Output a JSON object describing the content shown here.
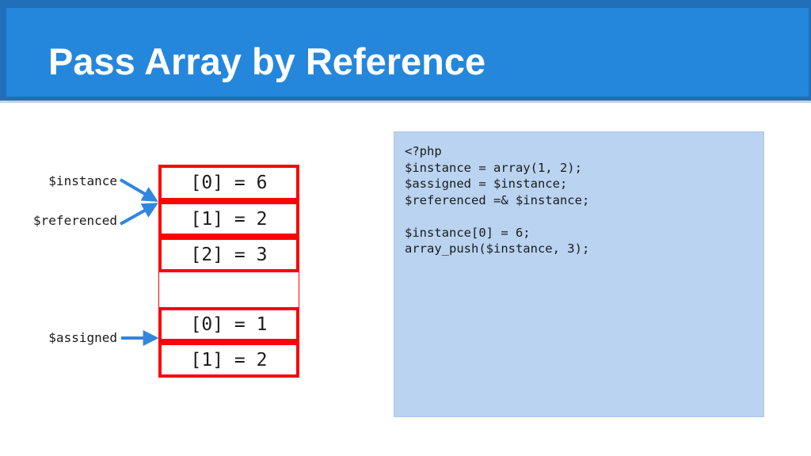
{
  "colors": {
    "header-blue": "#2487dc",
    "header-dark": "#206fb8",
    "divider-gray": "#ccd1d5",
    "cell-red": "#fb0404",
    "arrow-blue": "#2f86de",
    "code-bg": "#b9d3f0",
    "code-border": "#abc7e7",
    "text-dark": "#1b1b1b"
  },
  "header": {
    "title": "Pass Array by Reference"
  },
  "diagram": {
    "labels": {
      "instance": "$instance",
      "referenced": "$referenced",
      "assigned": "$assigned"
    },
    "referenced_array": [
      "[0] = 6",
      "[1] = 2",
      "[2] = 3"
    ],
    "assigned_array": [
      "[0] = 1",
      "[1] = 2"
    ]
  },
  "code_block": {
    "lines": [
      "<?php",
      "$instance = array(1, 2);",
      "$assigned = $instance;",
      "$referenced =& $instance;",
      "",
      "$instance[0] = 6;",
      "array_push($instance, 3);"
    ]
  }
}
